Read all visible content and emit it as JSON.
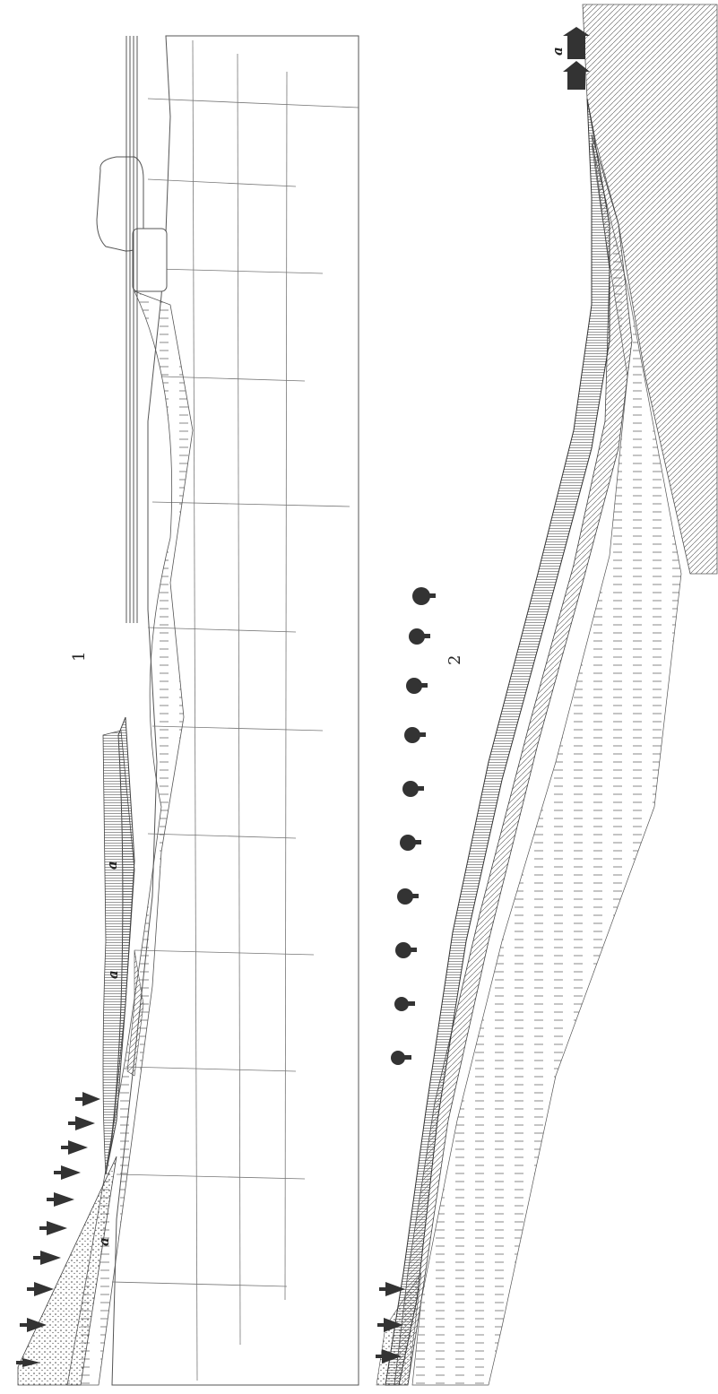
{
  "figures": [
    {
      "number": "1",
      "annotations": [
        "a",
        "a",
        "a"
      ]
    },
    {
      "number": "2",
      "annotations": [
        "a"
      ]
    }
  ],
  "colors": {
    "ink": "#333333",
    "paper": "#ffffff"
  },
  "icons": [
    "tree-icon",
    "house-icon"
  ]
}
